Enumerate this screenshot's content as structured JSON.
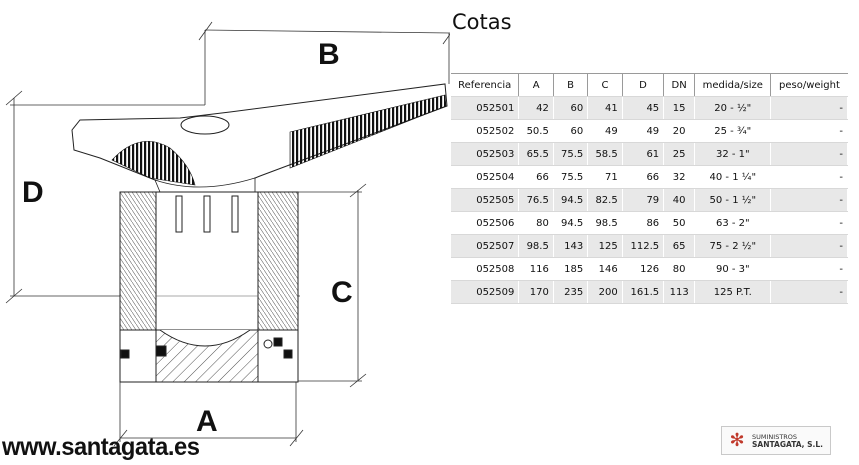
{
  "drawing": {
    "dimension_labels": {
      "a": "A",
      "b": "B",
      "c": "C",
      "d": "D"
    }
  },
  "title": "Cotas",
  "table": {
    "headers": [
      "Referencia",
      "A",
      "B",
      "C",
      "D",
      "DN",
      "medida/size",
      "peso/weight"
    ],
    "rows": [
      [
        "052501",
        "42",
        "60",
        "41",
        "45",
        "15",
        "20 - ½\"",
        "-"
      ],
      [
        "052502",
        "50.5",
        "60",
        "49",
        "49",
        "20",
        "25 - ¾\"",
        "-"
      ],
      [
        "052503",
        "65.5",
        "75.5",
        "58.5",
        "61",
        "25",
        "32 - 1\"",
        "-"
      ],
      [
        "052504",
        "66",
        "75.5",
        "71",
        "66",
        "32",
        "40 - 1 ¼\"",
        "-"
      ],
      [
        "052505",
        "76.5",
        "94.5",
        "82.5",
        "79",
        "40",
        "50 - 1 ½\"",
        "-"
      ],
      [
        "052506",
        "80",
        "94.5",
        "98.5",
        "86",
        "50",
        "63 - 2\"",
        "-"
      ],
      [
        "052507",
        "98.5",
        "143",
        "125",
        "112.5",
        "65",
        "75 - 2 ½\"",
        "-"
      ],
      [
        "052508",
        "116",
        "185",
        "146",
        "126",
        "80",
        "90 - 3\"",
        "-"
      ],
      [
        "052509",
        "170",
        "235",
        "200",
        "161.5",
        "113",
        "125 P.T.",
        "-"
      ]
    ]
  },
  "footer": {
    "website": "www.santagata.es",
    "logo_line1": "SUMINISTROS",
    "logo_line2": "SANTAGATA, S.L."
  },
  "colors": {
    "row_shade": "#e8e8e8",
    "logo_accent": "#c0392b"
  }
}
